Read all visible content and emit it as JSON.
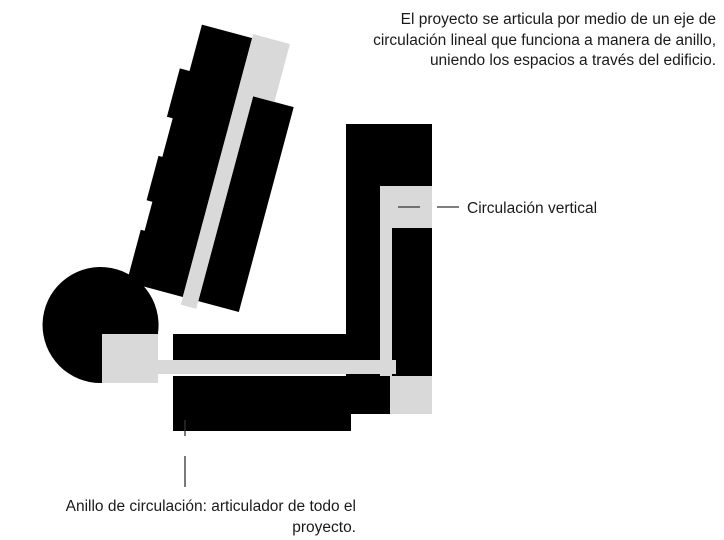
{
  "description": "El proyecto se articula por medio de un eje de circulación lineal que funciona a manera de anillo, uniendo los espacios a través del edificio.",
  "labels": {
    "vertical_circulation": "Circulación vertical",
    "ring_circulation": "Anillo de circulación: articulador de todo el proyecto."
  },
  "colors": {
    "mass": "#000000",
    "circulation": "#d9d9d9",
    "leader": "#333333"
  }
}
